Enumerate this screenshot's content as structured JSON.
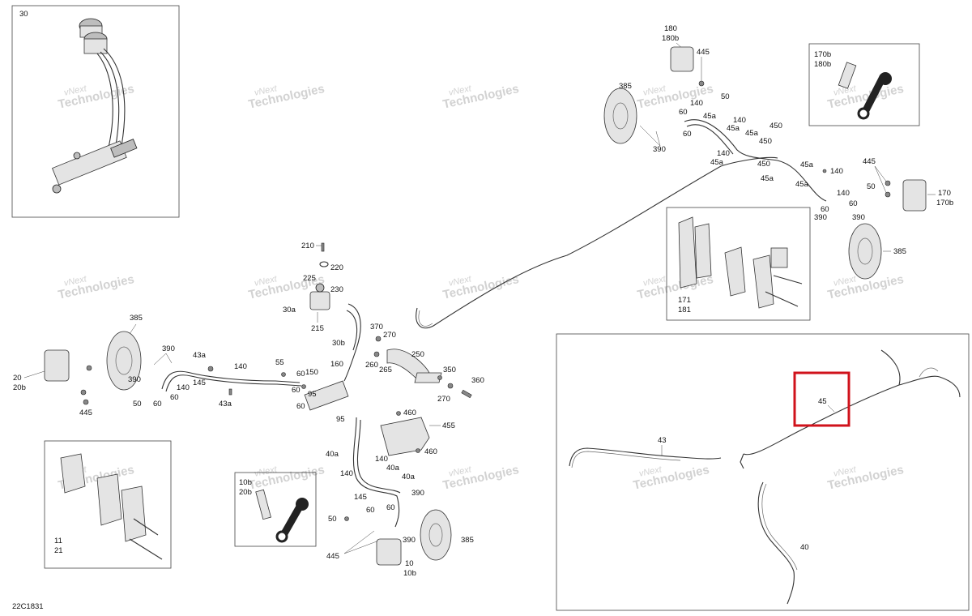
{
  "diagram_code": "22C1831",
  "highlight_color": "#d0121b",
  "watermark": {
    "line1": "vNext",
    "line2": "Technologies",
    "full": "vNext Technologies"
  },
  "callouts": {
    "c30": "30",
    "c180": "180",
    "c180b": "180b",
    "c445_top": "445",
    "c385_right_top": "385",
    "c140_a": "140",
    "c50_a": "50",
    "c60_a": "60",
    "c45a_a": "45a",
    "c140_b": "140",
    "c45a_b": "45a",
    "c60_b": "60",
    "c390_a": "390",
    "c45a_c": "45a",
    "c450_a": "450",
    "c450_b": "450",
    "c140_c": "140",
    "c45a_d": "45a",
    "c450_c": "450",
    "c45a_e": "45a",
    "c170b_box": "170b",
    "c180b_box": "180b",
    "c445_r": "445",
    "c45a_f": "45a",
    "c140_d": "140",
    "c45a_g": "45a",
    "c50_b": "50",
    "c140_e": "140",
    "c60_c": "60",
    "c60_d": "60",
    "c170": "170",
    "c170b": "170b",
    "c390_b": "390",
    "c390_c": "390",
    "c385_r": "385",
    "c171": "171",
    "c181": "181",
    "c210": "210",
    "c220": "220",
    "c225": "225",
    "c230": "230",
    "c30a": "30a",
    "c215": "215",
    "c30b": "30b",
    "c370": "370",
    "c270_a": "270",
    "c250": "250",
    "c260": "260",
    "c265": "265",
    "c350": "350",
    "c360": "360",
    "c270_b": "270",
    "c385_l": "385",
    "c20": "20",
    "c20b": "20b",
    "c390_d": "390",
    "c390_e": "390",
    "c43a_a": "43a",
    "c140_f": "140",
    "c145_a": "145",
    "c140_g": "140",
    "c60_e": "60",
    "c50_c": "50",
    "c60_f": "60",
    "c43a_b": "43a",
    "c445_l": "445",
    "c55": "55",
    "c60_g": "60",
    "c150": "150",
    "c160": "160",
    "c60_h": "60",
    "c95_a": "95",
    "c60_i": "60",
    "c95_b": "95",
    "c460_a": "460",
    "c455": "455",
    "c460_b": "460",
    "c40a_a": "40a",
    "c140_h": "140",
    "c40a_b": "40a",
    "c140_i": "140",
    "c40a_c": "40a",
    "c145_b": "145",
    "c390_f": "390",
    "c60_j": "60",
    "c60_k": "60",
    "c50_d": "50",
    "c390_g": "390",
    "c445_b": "445",
    "c385_b": "385",
    "c10": "10",
    "c10b": "10b",
    "c11": "11",
    "c21": "21",
    "c10b_box": "10b",
    "c20b_box": "20b",
    "c45": "45",
    "c43": "43",
    "c40": "40"
  }
}
